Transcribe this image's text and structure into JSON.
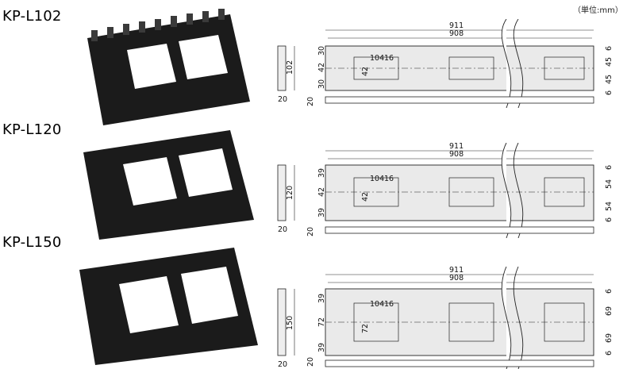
{
  "unit_label": "（単位:mm）",
  "products": [
    {
      "model": "KP-L102",
      "length_outer": "911",
      "length_inner": "908",
      "width": "102",
      "thickness": "20",
      "side_height": "20",
      "rows": [
        "30",
        "42",
        "30"
      ],
      "hole_row": "42",
      "pitch_a": "104",
      "pitch_b": "16",
      "right_edge": "6",
      "right_a": "45",
      "right_b": "45",
      "right_end": "6"
    },
    {
      "model": "KP-L120",
      "length_outer": "911",
      "length_inner": "908",
      "width": "120",
      "thickness": "20",
      "side_height": "20",
      "rows": [
        "39",
        "42",
        "39"
      ],
      "hole_row": "42",
      "pitch_a": "104",
      "pitch_b": "16",
      "right_edge": "6",
      "right_a": "54",
      "right_b": "54",
      "right_end": "6"
    },
    {
      "model": "KP-L150",
      "length_outer": "911",
      "length_inner": "908",
      "width": "150",
      "thickness": "20",
      "side_height": "20",
      "rows": [
        "39",
        "72",
        "39"
      ],
      "hole_row": "72",
      "pitch_a": "104",
      "pitch_b": "16",
      "right_edge": "6",
      "right_a": "69",
      "right_b": "69",
      "right_end": "6"
    }
  ]
}
